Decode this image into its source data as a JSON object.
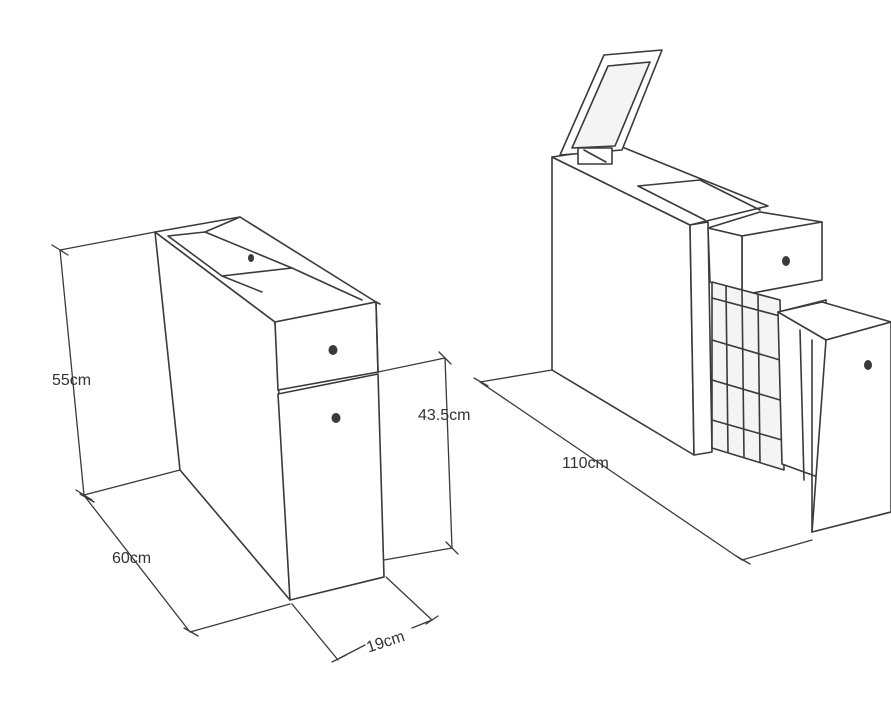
{
  "dimensions": {
    "height_total": "55cm",
    "height_lower": "43.5cm",
    "depth": "60cm",
    "width": "19cm",
    "extended_depth": "110cm"
  }
}
